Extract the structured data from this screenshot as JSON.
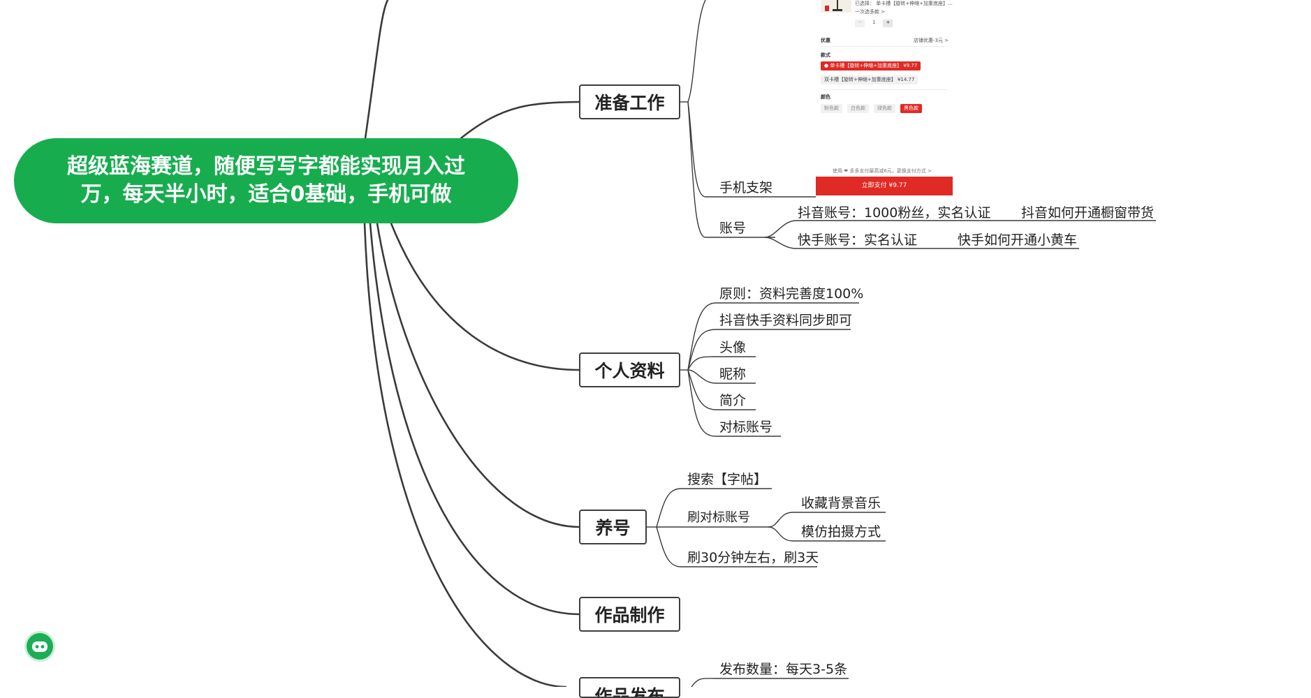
{
  "root": {
    "title_line1": "超级蓝海赛道，随便写写字都能实现月入过",
    "title_line2": "万，每天半小时，适合0基础，手机可做"
  },
  "branches": {
    "prep": "准备工作",
    "profile": "个人资料",
    "nurture": "养号",
    "production": "作品制作",
    "publish": "作品发布"
  },
  "prep": {
    "stand": "手机支架",
    "account": "账号",
    "douyin": "抖音账号：1000粉丝，实名认证",
    "douyin_link": "抖音如何开通橱窗带货",
    "kuaishou": "快手账号：实名认证",
    "kuaishou_link": "快手如何开通小黄车"
  },
  "profile": {
    "items": [
      "原则：资料完善度100%",
      "抖音快手资料同步即可",
      "头像",
      "昵称",
      "简介",
      "对标账号"
    ]
  },
  "nurture": {
    "search": "搜索【字帖】",
    "brush": "刷对标账号",
    "music": "收藏背景音乐",
    "imitate": "模仿拍摄方式",
    "duration": "刷30分钟左右，刷3天"
  },
  "publish": {
    "count": "发布数量：每天3-5条"
  },
  "phone_shot": {
    "selected": "已选择： 单卡槽【旋转+伸缩+加重底座】…",
    "multi": "一次选多款 >",
    "qty": "1",
    "discount_label": "优惠",
    "discount_value": "店铺优惠-3元 >",
    "style_label": "款式",
    "option1": "● 单卡槽【旋转+伸缩+加重底座】 ¥9.77",
    "option2": "双卡槽【旋转+伸缩+加重底座】 ¥14.77",
    "color_label": "颜色",
    "colors": [
      "粉色款",
      "白色款",
      "绿色款",
      "黑色款"
    ],
    "pay_tip": "使用 ❤ 多多支付最高减6元，更换支付方式 >",
    "pay_button": "立即支付 ¥9.77"
  }
}
